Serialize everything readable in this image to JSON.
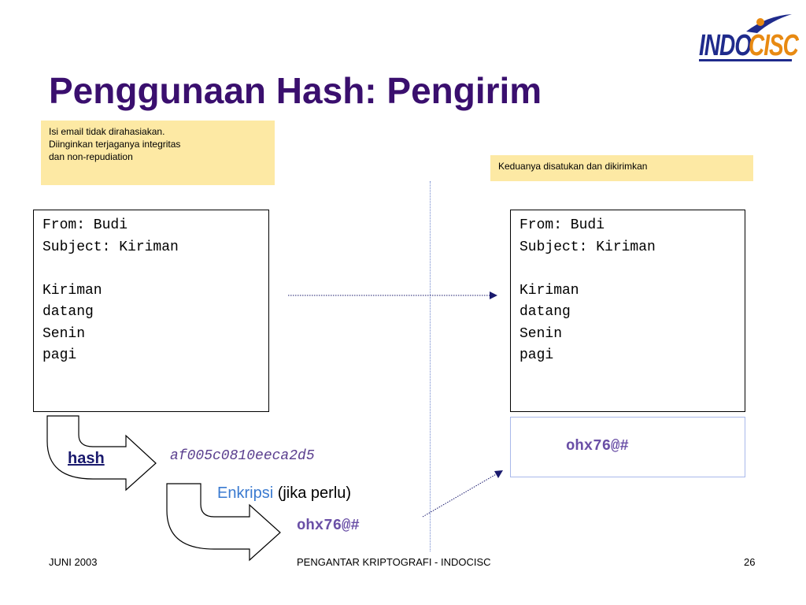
{
  "slide": {
    "title": "Penggunaan Hash: Pengirim",
    "note_left": [
      "Isi email tidak dirahasiakan.",
      "Diinginkan terjaganya integritas",
      "dan non-repudiation"
    ],
    "note_right": "Keduanya disatukan dan dikirimkan",
    "message_left": [
      "From: Budi",
      "Subject: Kiriman",
      "",
      "Kiriman",
      "datang",
      "Senin",
      "pagi"
    ],
    "message_right": [
      "From: Budi",
      "Subject: Kiriman",
      "",
      "Kiriman",
      "datang",
      "Senin",
      "pagi"
    ],
    "hash_label": "hash",
    "hash_value": "af005c0810eeca2d5",
    "enkripsi_word": "Enkripsi",
    "enkripsi_note": " (jika perlu)",
    "signature": "ohx76@#",
    "signature_box": "ohx76@#"
  },
  "logo": {
    "part1": "INDO",
    "part2": "CISC",
    "colors": {
      "part1": "#1f2b8c",
      "part2": "#e88a12"
    }
  },
  "footer": {
    "left": "JUNI 2003",
    "center": "PENGANTAR KRIPTOGRAFI - INDOCISC",
    "page": "26"
  },
  "colors": {
    "title": "#3a0f6e",
    "note_bg": "#fde9a4",
    "arrow": "#1a1a6e",
    "signature": "#6a4fa6",
    "enkripsi": "#3a7ad0"
  }
}
